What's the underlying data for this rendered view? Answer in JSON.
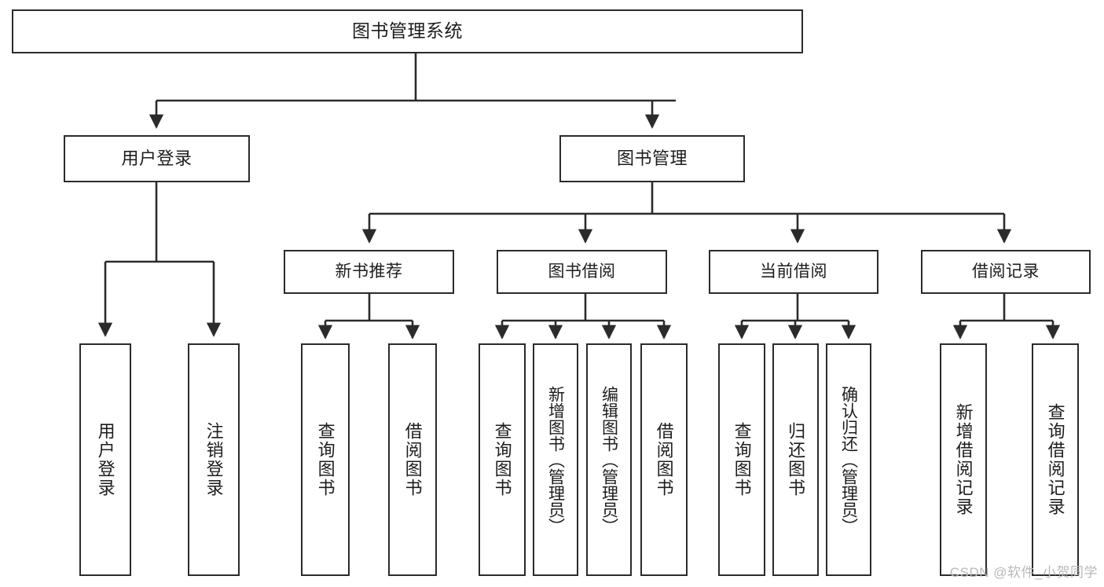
{
  "diagram": {
    "title": "图书管理系统",
    "type": "hierarchy-tree",
    "root": {
      "label": "图书管理系统"
    },
    "level2": [
      {
        "key": "user_login",
        "label": "用户登录"
      },
      {
        "key": "book_manage",
        "label": "图书管理"
      }
    ],
    "level3": [
      {
        "key": "new_book_rec",
        "label": "新书推荐"
      },
      {
        "key": "book_borrow",
        "label": "图书借阅"
      },
      {
        "key": "current_borrow",
        "label": "当前借阅"
      },
      {
        "key": "borrow_record",
        "label": "借阅记录"
      }
    ],
    "leaves": {
      "user_login": [
        {
          "label": "用户登录"
        },
        {
          "label": "注销登录"
        }
      ],
      "new_book_rec": [
        {
          "label": "查询图书"
        },
        {
          "label": "借阅图书"
        }
      ],
      "book_borrow": [
        {
          "label": "查询图书"
        },
        {
          "label": "新增图书（管理员）"
        },
        {
          "label": "编辑图书（管理员）"
        },
        {
          "label": "借阅图书"
        }
      ],
      "current_borrow": [
        {
          "label": "查询图书"
        },
        {
          "label": "归还图书"
        },
        {
          "label": "确认归还（管理员）"
        }
      ],
      "borrow_record": [
        {
          "label": "新增借阅记录"
        },
        {
          "label": "查询借阅记录"
        }
      ]
    }
  },
  "watermark": {
    "text": "CSDN @软件_小贺同学"
  },
  "colors": {
    "stroke": "#2b2b2b",
    "background": "#ffffff",
    "text": "#1d1d1d",
    "watermark": "#b8b8b8"
  }
}
